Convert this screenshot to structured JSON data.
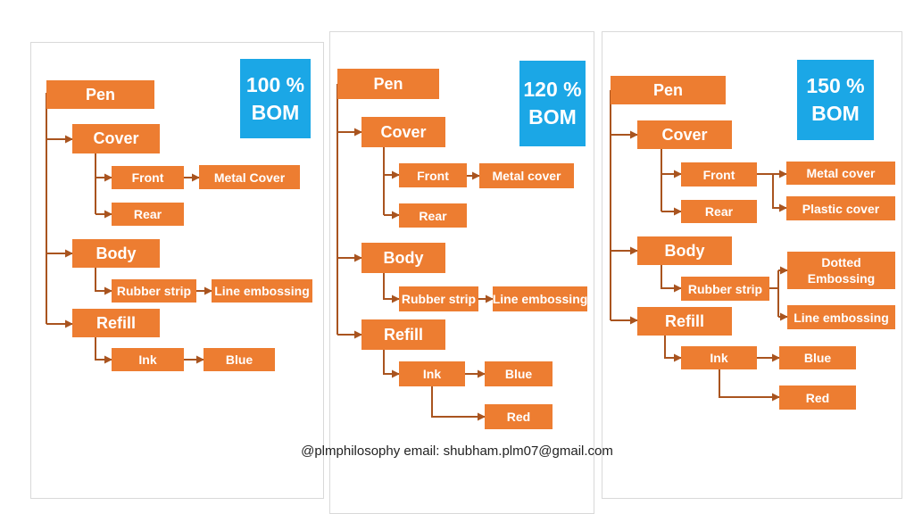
{
  "line_color": "#a9541f",
  "box_color": "#ed7d31",
  "tag_color": "#1ba7e6",
  "panels": [
    {
      "tag": "100 %\nBOM",
      "nodes": [
        {
          "id": "pen",
          "label": "Pen"
        },
        {
          "id": "cover",
          "label": "Cover"
        },
        {
          "id": "front",
          "label": "Front"
        },
        {
          "id": "front-a",
          "label": "Metal Cover"
        },
        {
          "id": "rear",
          "label": "Rear"
        },
        {
          "id": "body",
          "label": "Body"
        },
        {
          "id": "rubber",
          "label": "Rubber strip"
        },
        {
          "id": "emb",
          "label": "Line embossing"
        },
        {
          "id": "refill",
          "label": "Refill"
        },
        {
          "id": "ink",
          "label": "Ink"
        },
        {
          "id": "blue",
          "label": "Blue"
        }
      ]
    },
    {
      "tag": "120 %\nBOM",
      "nodes": [
        {
          "id": "pen",
          "label": "Pen"
        },
        {
          "id": "cover",
          "label": "Cover"
        },
        {
          "id": "front",
          "label": "Front"
        },
        {
          "id": "front-a",
          "label": "Metal cover"
        },
        {
          "id": "rear",
          "label": "Rear"
        },
        {
          "id": "body",
          "label": "Body"
        },
        {
          "id": "rubber",
          "label": "Rubber strip"
        },
        {
          "id": "emb",
          "label": "Line embossing"
        },
        {
          "id": "refill",
          "label": "Refill"
        },
        {
          "id": "ink",
          "label": "Ink"
        },
        {
          "id": "blue",
          "label": "Blue"
        },
        {
          "id": "red",
          "label": "Red"
        }
      ]
    },
    {
      "tag": "150 %\nBOM",
      "nodes": [
        {
          "id": "pen",
          "label": "Pen"
        },
        {
          "id": "cover",
          "label": "Cover"
        },
        {
          "id": "front",
          "label": "Front"
        },
        {
          "id": "front-a",
          "label": "Metal cover"
        },
        {
          "id": "front-b",
          "label": "Plastic cover"
        },
        {
          "id": "rear",
          "label": "Rear"
        },
        {
          "id": "body",
          "label": "Body"
        },
        {
          "id": "rubber",
          "label": "Rubber strip"
        },
        {
          "id": "dotted",
          "label": "Dotted\nEmbossing"
        },
        {
          "id": "emb",
          "label": "Line embossing"
        },
        {
          "id": "refill",
          "label": "Refill"
        },
        {
          "id": "ink",
          "label": "Ink"
        },
        {
          "id": "blue",
          "label": "Blue"
        },
        {
          "id": "red",
          "label": "Red"
        }
      ]
    }
  ],
  "footer": "@plmphilosophy email: shubham.plm07@gmail.com"
}
